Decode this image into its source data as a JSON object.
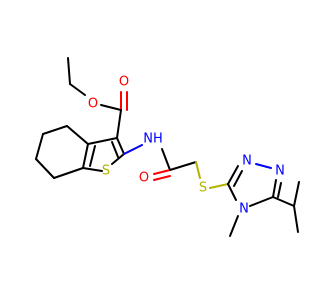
{
  "molecule": {
    "atoms": {
      "o_carbonyl_ester": "O",
      "o_ester_ether": "O",
      "s_thiophene": "S",
      "nh_amide": "NH",
      "o_amide": "O",
      "s_thioether": "S",
      "n_triazole_top": "N",
      "n_triazole_right": "N",
      "n_triazole_methyl": "N"
    }
  },
  "colors": {
    "carbon": "#000000",
    "oxygen": "#ff0000",
    "nitrogen": "#0000ff",
    "sulfur": "#b2b200"
  }
}
